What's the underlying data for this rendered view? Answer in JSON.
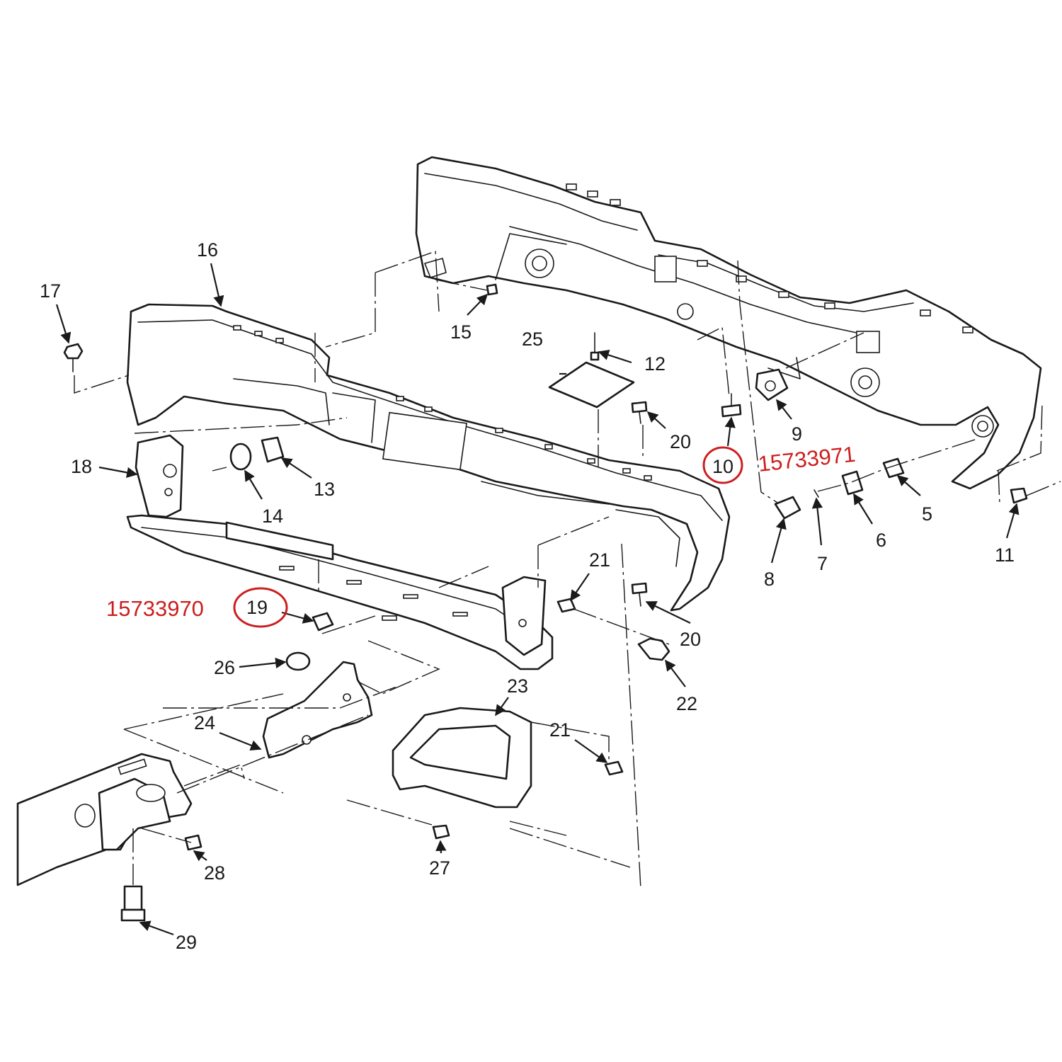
{
  "diagram": {
    "callouts": [
      "5",
      "6",
      "7",
      "8",
      "9",
      "10",
      "11",
      "12",
      "13",
      "14",
      "15",
      "16",
      "17",
      "18",
      "19",
      "20",
      "20",
      "21",
      "21",
      "22",
      "23",
      "24",
      "25",
      "26",
      "27",
      "28",
      "29"
    ],
    "highlighted": [
      {
        "callout": "10",
        "part_number": "15733971"
      },
      {
        "callout": "19",
        "part_number": "15733970"
      }
    ],
    "highlight_color": "#cc1f1f"
  }
}
